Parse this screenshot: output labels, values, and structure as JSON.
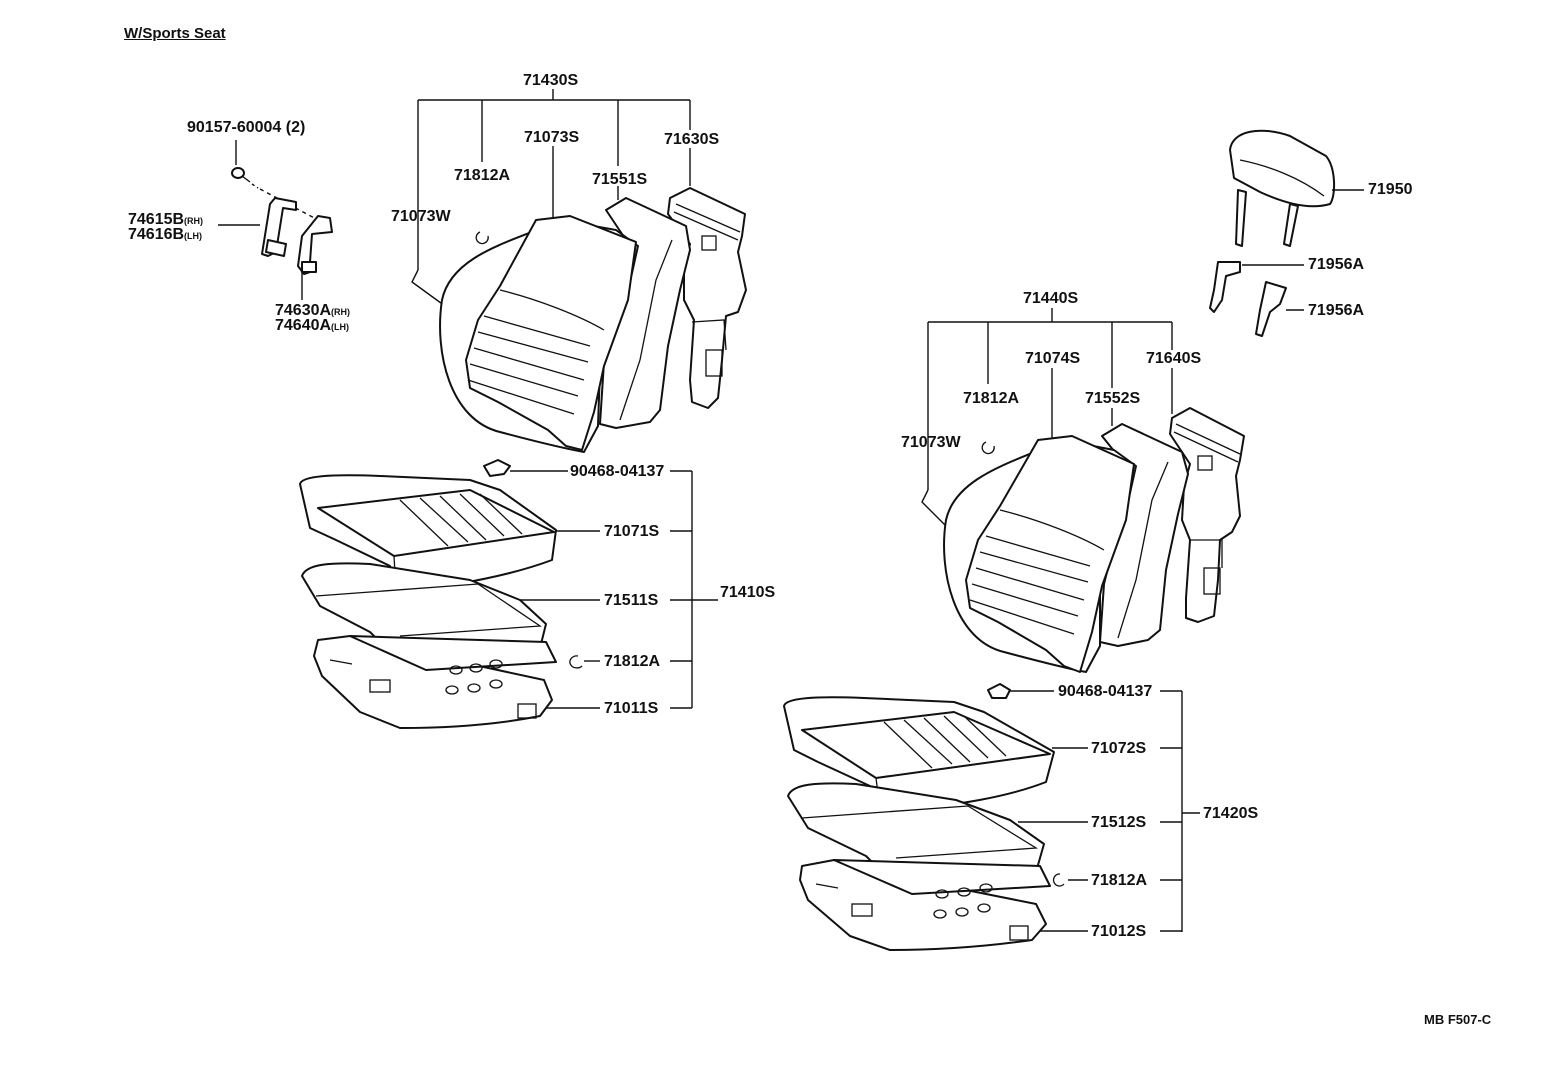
{
  "header": {
    "title": "W/Sports Seat"
  },
  "footer": {
    "code": "MB F507-C"
  },
  "labels": {
    "bolt": "90157-60004 (2)",
    "bracket_rh": "74615B",
    "bracket_lh": "74616B",
    "rh": "(RH)",
    "lh": "(LH)",
    "bracket2_rh": "74630A",
    "bracket2_lh": "74640A",
    "left_back_assy": "71430S",
    "left_back_pad": "71073S",
    "left_back_cover": "71551S",
    "left_back_frame": "71630S",
    "hog_ring": "71812A",
    "wire": "71073W",
    "clip": "90468-04137",
    "left_cushion_cover": "71071S",
    "left_cushion_pad": "71511S",
    "left_cushion_assy": "71410S",
    "left_cushion_frame": "71011S",
    "headrest": "71950",
    "headrest_support": "71956A",
    "right_back_assy": "71440S",
    "right_back_pad": "71074S",
    "right_back_cover": "71552S",
    "right_back_frame": "71640S",
    "right_cushion_cover": "71072S",
    "right_cushion_pad": "71512S",
    "right_cushion_assy": "71420S",
    "right_cushion_frame": "71012S"
  }
}
